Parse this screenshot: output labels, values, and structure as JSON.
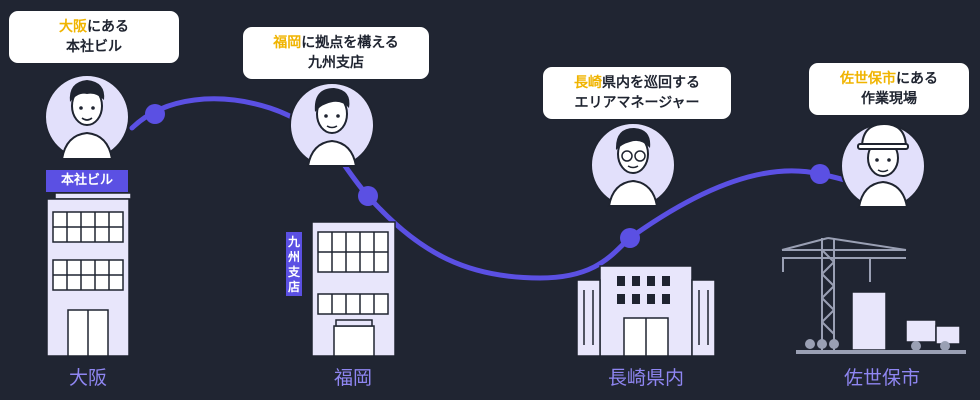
{
  "stops": [
    {
      "city": "大阪",
      "bubble_hl": "大阪",
      "bubble_rest": "にある",
      "bubble_line2": "本社ビル",
      "sign": "本社ビル"
    },
    {
      "city": "福岡",
      "bubble_hl": "福岡",
      "bubble_rest": "に拠点を構える",
      "bubble_line2": "九州支店",
      "sign": "九州支店"
    },
    {
      "city": "長崎県内",
      "bubble_hl": "長崎",
      "bubble_rest": "県内を巡回する",
      "bubble_line2": "エリアマネージャー"
    },
    {
      "city": "佐世保市",
      "bubble_hl": "佐世保市",
      "bubble_rest": "にある",
      "bubble_line2": "作業現場"
    }
  ],
  "colors": {
    "background": "#202532",
    "route": "#5b50e3",
    "city_label": "#8f86f2",
    "highlight": "#f0b400",
    "avatar_bg": "#e2e0fb"
  }
}
